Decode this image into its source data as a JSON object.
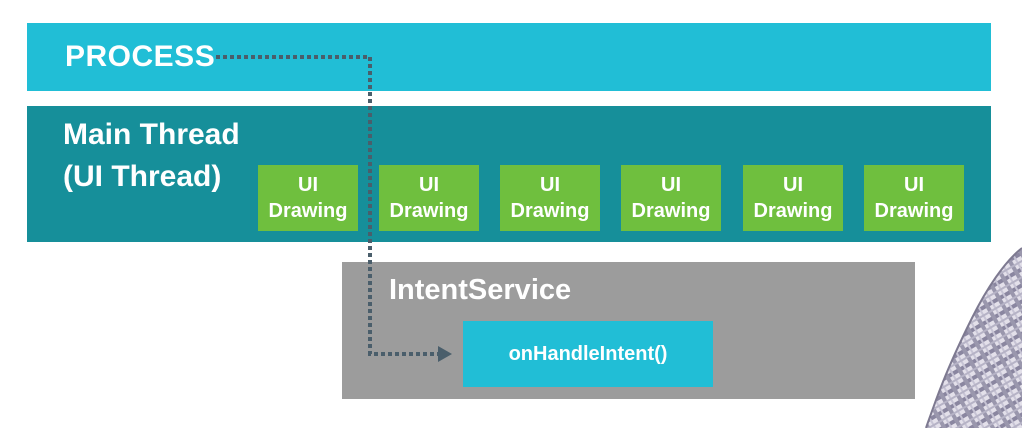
{
  "process": {
    "label": "PROCESS"
  },
  "main_thread": {
    "label_line1": "Main Thread",
    "label_line2": "(UI Thread)"
  },
  "ui_tasks": [
    {
      "line1": "UI",
      "line2": "Drawing"
    },
    {
      "line1": "UI",
      "line2": "Drawing"
    },
    {
      "line1": "UI",
      "line2": "Drawing"
    },
    {
      "line1": "UI",
      "line2": "Drawing"
    },
    {
      "line1": "UI",
      "line2": "Drawing"
    },
    {
      "line1": "UI",
      "line2": "Drawing"
    }
  ],
  "intent_service": {
    "label": "IntentService",
    "method_label": "onHandleIntent()"
  },
  "colors": {
    "process": "#21bed6",
    "main_thread": "#168f9a",
    "ui_task": "#6fbf3e",
    "service": "#9c9c9c",
    "connector": "#4a5e6b"
  }
}
